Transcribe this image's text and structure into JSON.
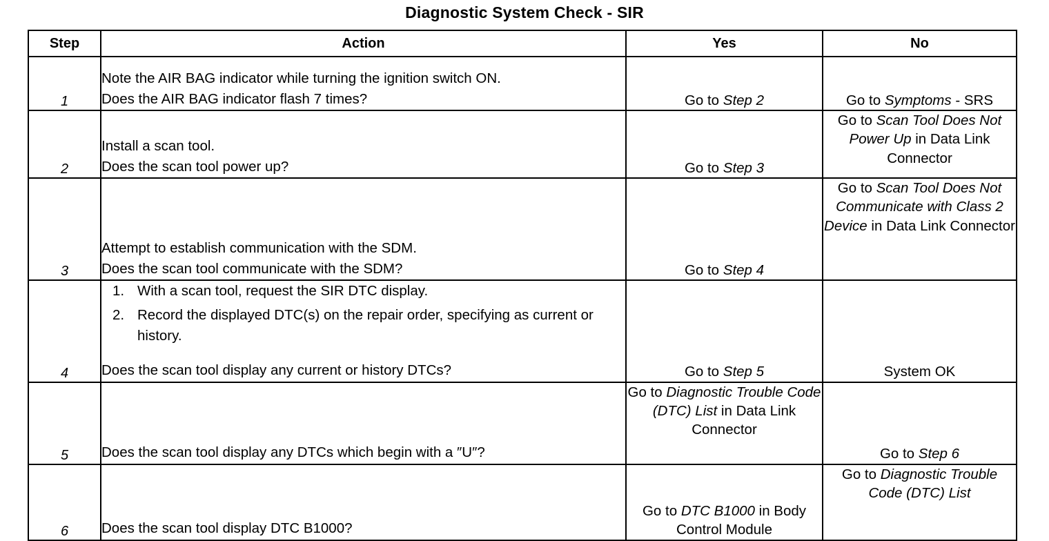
{
  "title": "Diagnostic System Check - SIR",
  "table": {
    "columns": [
      {
        "key": "step",
        "header": "Step"
      },
      {
        "key": "action",
        "header": "Action"
      },
      {
        "key": "yes",
        "header": "Yes"
      },
      {
        "key": "no",
        "header": "No"
      }
    ],
    "rows": [
      {
        "step": "1",
        "action_lines": [
          "Note the AIR BAG indicator while turning the ignition switch ON.",
          "Does the AIR BAG indicator flash 7 times?"
        ],
        "yes": {
          "prefix": "Go to ",
          "ref": "Step 2",
          "suffix": ""
        },
        "no": {
          "prefix": "Go to ",
          "ref": "Symptoms",
          "suffix": " - SRS"
        }
      },
      {
        "step": "2",
        "action_lines": [
          "Install a scan tool.",
          "Does the scan tool power up?"
        ],
        "yes": {
          "prefix": "Go to ",
          "ref": "Step 3",
          "suffix": ""
        },
        "no": {
          "prefix": "Go to ",
          "ref": "Scan Tool Does Not Power Up",
          "suffix": " in Data Link Connector"
        }
      },
      {
        "step": "3",
        "action_lines": [
          "Attempt to establish communication with the SDM.",
          "Does the scan tool communicate with the SDM?"
        ],
        "yes": {
          "prefix": "Go to ",
          "ref": "Step 4",
          "suffix": ""
        },
        "no": {
          "prefix": "Go to ",
          "ref": "Scan Tool Does Not Communicate with Class 2 Device",
          "suffix": " in Data Link Connector"
        }
      },
      {
        "step": "4",
        "action_numbered": [
          "With a scan tool, request the SIR DTC display.",
          "Record the displayed DTC(s) on the repair order, specifying as current or history."
        ],
        "action_numbers": [
          "1.",
          "2."
        ],
        "action_question": "Does the scan tool display any current or history DTCs?",
        "yes": {
          "prefix": "Go to ",
          "ref": "Step 5",
          "suffix": ""
        },
        "no": {
          "prefix": "System OK",
          "ref": "",
          "suffix": ""
        }
      },
      {
        "step": "5",
        "action_lines": [
          "Does the scan tool display any DTCs which begin with a ″U″?"
        ],
        "yes": {
          "prefix": "Go to ",
          "ref": "Diagnostic Trouble Code (DTC) List",
          "suffix": " in Data Link Connector"
        },
        "no": {
          "prefix": "Go to ",
          "ref": "Step 6",
          "suffix": ""
        }
      },
      {
        "step": "6",
        "action_lines": [
          "Does the scan tool display DTC B1000?"
        ],
        "yes": {
          "prefix": "Go to ",
          "ref": "DTC B1000",
          "suffix": " in Body Control  Module"
        },
        "no": {
          "prefix": "Go to ",
          "ref": "Diagnostic Trouble Code (DTC) List",
          "suffix": ""
        }
      }
    ]
  }
}
